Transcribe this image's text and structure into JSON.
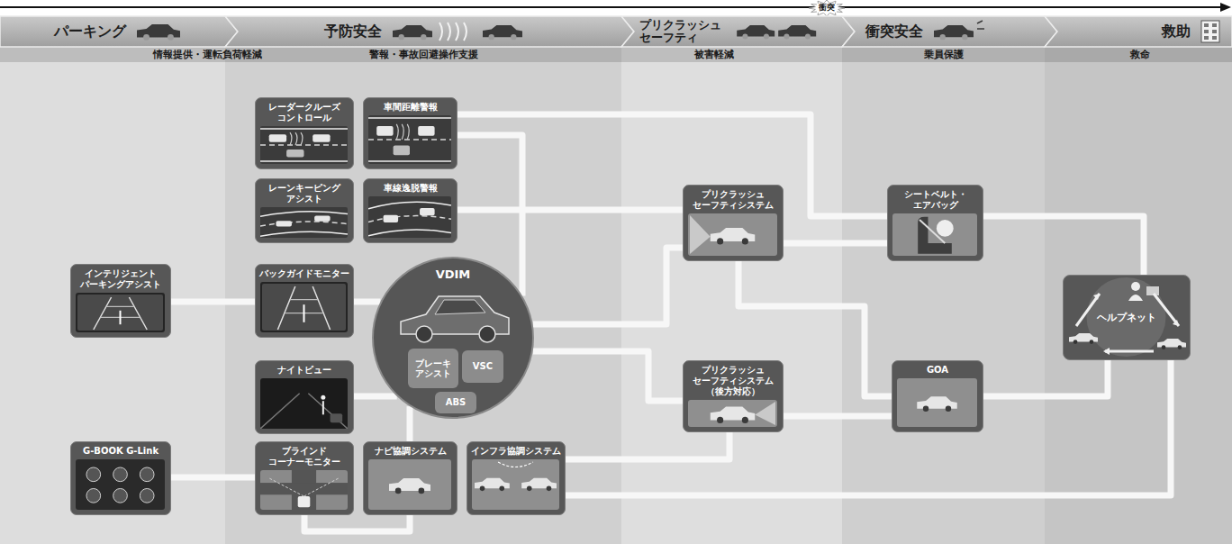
{
  "diagram": {
    "nodes": [
      {
        "text": [
          "パーキング"
        ]
      },
      {
        "text": [
          "予防安全"
        ]
      },
      {
        "text": [
          "プリクラッシュ セーフティ"
        ]
      },
      {
        "text": [
          "衝突安全"
        ]
      },
      {
        "text": [
          "救助"
        ]
      },
      {
        "text": [
          "レーダークルーズ コントロール"
        ]
      },
      {
        "text": [
          "車間距離警報"
        ]
      },
      {
        "text": [
          "レーンキーピング アシスト"
        ]
      },
      {
        "text": [
          "車線逸脱警報"
        ]
      },
      {
        "text": [
          "インテリジェント パーキングアシスト"
        ]
      },
      {
        "text": [
          "バックガイドモニター"
        ]
      },
      {
        "text": [
          "VDIM"
        ]
      },
      {
        "text": [
          "ブレーキ アシスト"
        ],
        "in": 11
      },
      {
        "text": [
          "VSC"
        ],
        "in": 11
      },
      {
        "text": [
          "ABS"
        ],
        "in": 11
      },
      {
        "text": [
          "ナイトビュー"
        ]
      },
      {
        "text": [
          "G-BOOK G-Link"
        ]
      },
      {
        "text": [
          "ブラインド コーナーモニター"
        ]
      },
      {
        "text": [
          "ナビ協調システム"
        ]
      },
      {
        "text": [
          "インフラ協調システム"
        ]
      },
      {
        "text": [
          "プリクラッシュ セーフティシステム"
        ]
      },
      {
        "text": [
          "プリクラッシュ セーフティシステム （後方対応）"
        ]
      },
      {
        "text": [
          "シートベルト・エアバッグ"
        ]
      },
      {
        "text": [
          "GOA"
        ]
      },
      {
        "text": [
          "ヘルプネット"
        ]
      }
    ],
    "edges": [
      {
        "from": 6,
        "to": 22,
        "arrow": "none"
      },
      {
        "from": 6,
        "to": 11,
        "arrow": "none"
      },
      {
        "from": 8,
        "to": 20,
        "arrow": "none"
      },
      {
        "from": 9,
        "to": 10,
        "arrow": "none"
      },
      {
        "from": 10,
        "to": 11,
        "arrow": "none"
      },
      {
        "from": 15,
        "to": 11,
        "arrow": "none"
      },
      {
        "from": 17,
        "to": 18,
        "arrow": "none"
      },
      {
        "from": 16,
        "to": 17,
        "arrow": "none"
      },
      {
        "from": 18,
        "to": 11,
        "arrow": "none"
      },
      {
        "from": 11,
        "to": 20,
        "arrow": "none"
      },
      {
        "from": 11,
        "to": 21,
        "arrow": "none"
      },
      {
        "from": 19,
        "to": 21,
        "arrow": "none"
      },
      {
        "from": 19,
        "to": 24,
        "arrow": "none"
      },
      {
        "from": 20,
        "to": 22,
        "arrow": "none"
      },
      {
        "from": 20,
        "to": 23,
        "arrow": "none"
      },
      {
        "from": 21,
        "to": 23,
        "arrow": "none"
      },
      {
        "from": 22,
        "to": 24,
        "arrow": "none"
      },
      {
        "from": 23,
        "to": 24,
        "arrow": "none"
      }
    ],
    "labels": [
      "衝突",
      "情報提供・運転負荷軽減",
      "警報・事故回避操作支援",
      "被害軽減",
      "乗員保護",
      "救命"
    ]
  }
}
